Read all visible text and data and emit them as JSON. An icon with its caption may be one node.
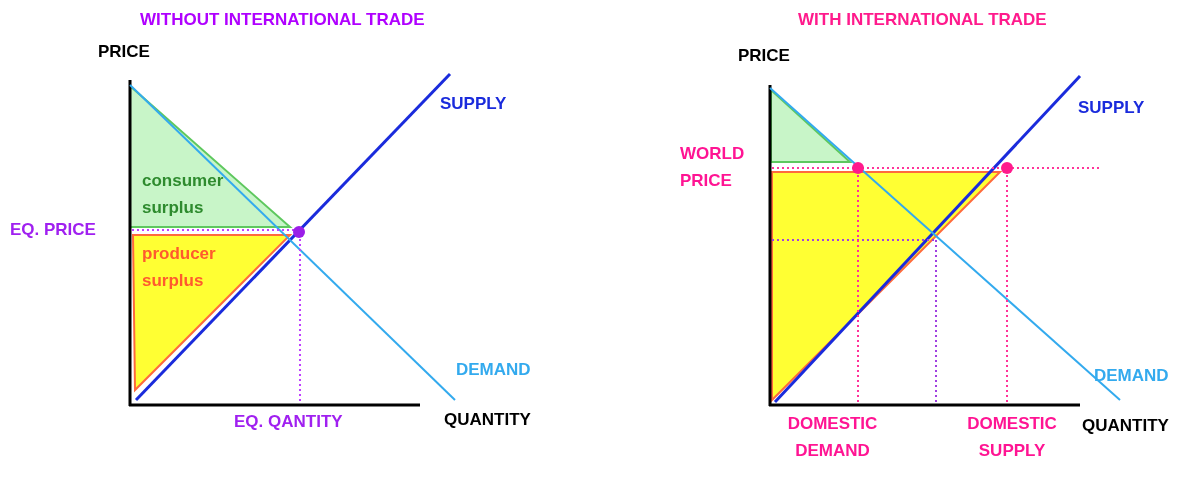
{
  "diagram": {
    "labels": [
      "WITHOUT INTERNATIONAL TRADE",
      "WITH INTERNATIONAL TRADE",
      "PRICE",
      "PRICE",
      "SUPPLY",
      "SUPPLY",
      "WORLD PRICE",
      "consumer surplus",
      "EQ. PRICE",
      "producer surplus",
      "DEMAND",
      "DEMAND",
      "EQ. QANTITY",
      "QUANTITY",
      "DOMESTIC DEMAND",
      "DOMESTIC SUPPLY",
      "QUANTITY"
    ]
  }
}
